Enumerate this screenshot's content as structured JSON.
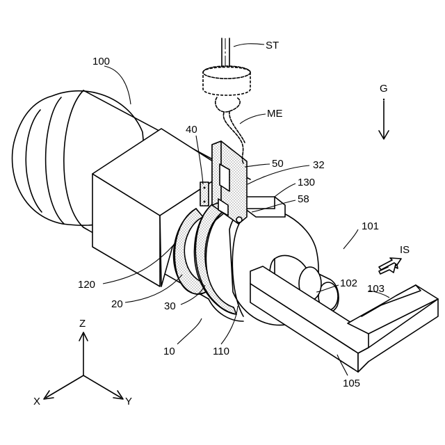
{
  "labels": {
    "ref_100": "100",
    "ref_ST": "ST",
    "ref_ME": "ME",
    "ref_G": "G",
    "ref_40": "40",
    "ref_50": "50",
    "ref_32": "32",
    "ref_130": "130",
    "ref_58": "58",
    "ref_101": "101",
    "ref_IS": "IS",
    "ref_102": "102",
    "ref_103": "103",
    "ref_120": "120",
    "ref_20": "20",
    "ref_30": "30",
    "ref_10": "10",
    "ref_110": "110",
    "ref_105": "105"
  },
  "axes": {
    "z": "Z",
    "x": "X",
    "y": "Y"
  },
  "icons": {
    "gravity_arrow": "arrow-down-icon",
    "insertion_arrow": "hollow-arrow-icon"
  }
}
